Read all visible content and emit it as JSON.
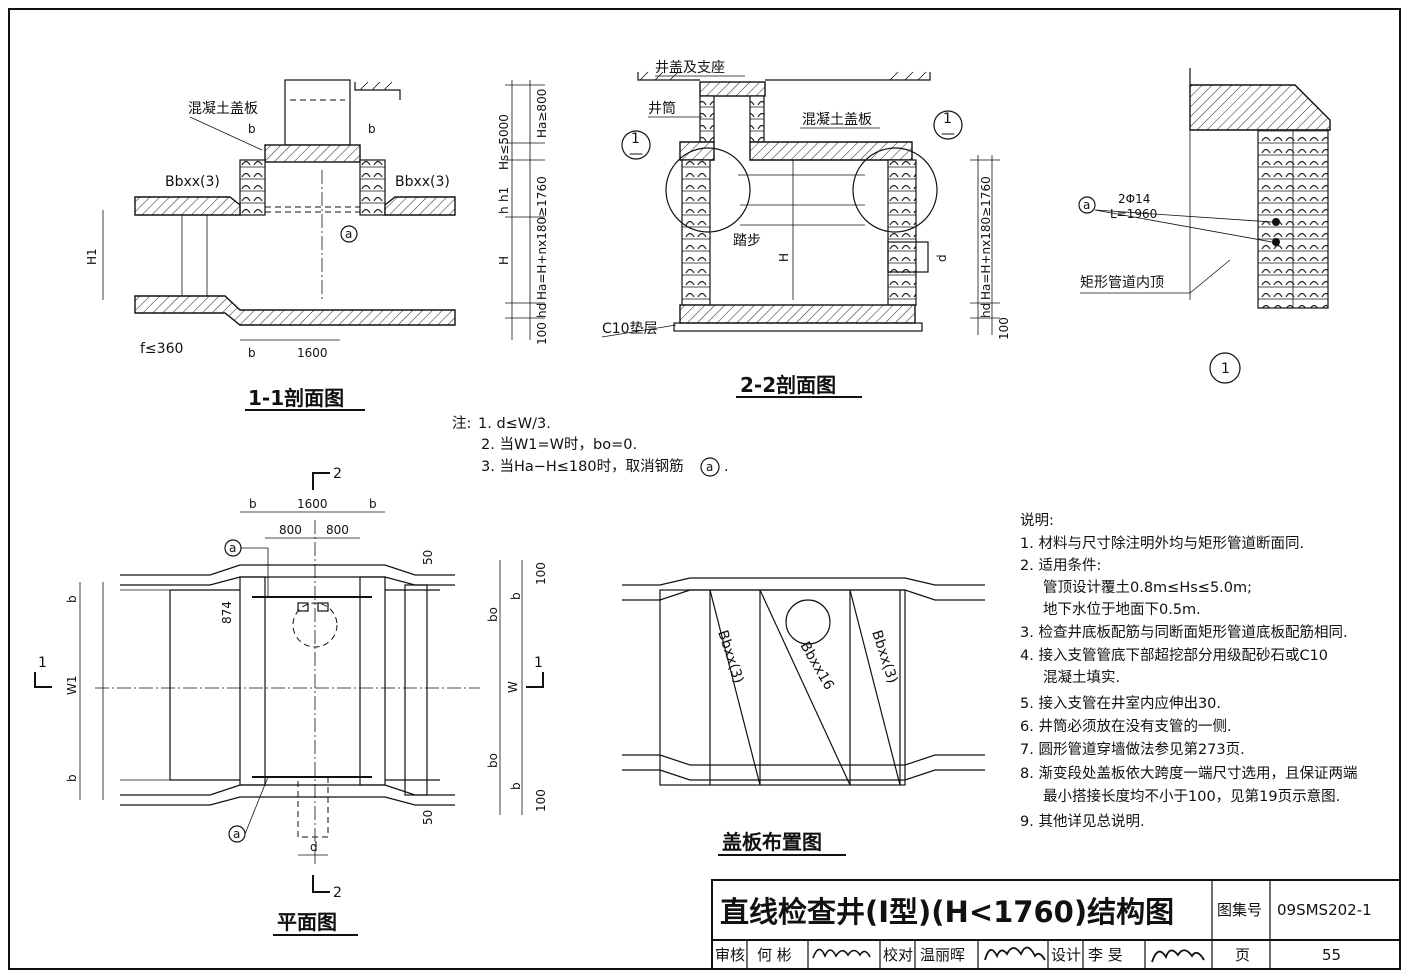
{
  "sections": {
    "s11": {
      "title": "1-1剖面图",
      "lbl_cover": "混凝土盖板",
      "lbl_b_left": "b",
      "lbl_b_right": "b",
      "lbl_bb_left": "Bbxx(3)",
      "lbl_bb_right": "Bbxx(3)",
      "lbl_a": "a",
      "lbl_h1": "H1",
      "lbl_f": "f≤360",
      "lbl_b_bottom": "b",
      "lbl_1600": "1600"
    },
    "s11_dims": {
      "hs": "Hs≤5000",
      "ha800": "Ha≥800",
      "h1": "h1",
      "ha_long": "Ha=H+nx180≥1760",
      "h": "h",
      "H": "H",
      "hd": "hd",
      "v100": "100"
    },
    "s22": {
      "title": "2-2剖面图",
      "lbl_cover_seat": "井盖及支座",
      "lbl_shaft": "井筒",
      "lbl_cover": "混凝土盖板",
      "lbl_step": "踏步",
      "lbl_bedding": "C10垫层",
      "lbl_H": "H",
      "lbl_d": "d",
      "lbl_ha_long": "Ha=H+nx180≥1760",
      "lbl_hd": "hd",
      "lbl_100": "100",
      "callout_1": "1",
      "callout_dash": "—"
    },
    "detail": {
      "lbl_rebar": "2Φ14",
      "lbl_len": "L=1960",
      "lbl_a": "a",
      "lbl_pipe_top": "矩形管道内顶",
      "lbl_num": "1"
    },
    "plan": {
      "title": "平面图",
      "dim_b_l": "b",
      "dim_1600": "1600",
      "dim_b_r": "b",
      "dim_800a": "800",
      "dim_800b": "800",
      "lbl_a_top": "a",
      "lbl_a_bot": "a",
      "dim_874": "874",
      "dim_50a": "50",
      "dim_50b": "50",
      "dim_100a": "100",
      "dim_100b": "100",
      "dim_bo_a": "bo",
      "dim_bo_b": "bo",
      "dim_b_a": "b",
      "dim_b_b": "b",
      "dim_b_c": "b",
      "dim_b_d": "b",
      "dim_w1": "W1",
      "dim_w": "W",
      "dim_d": "d",
      "sec1_l": "1",
      "sec1_r": "1",
      "sec2_t": "2",
      "sec2_b": "2"
    },
    "slab": {
      "title": "盖板布置图",
      "lbl_bb1": "Bbxx(3)",
      "lbl_bb2": "Bbxx16",
      "lbl_bb3": "Bbxx(3)"
    }
  },
  "notes": {
    "prefix": "注:",
    "items": [
      "1. d≤W/3.",
      "2. 当W1=W时，bo=0.",
      "3. 当Ha−H≤180时，取消钢筋"
    ],
    "circle_a": "a",
    "tail": "."
  },
  "desc": {
    "heading": "说明:",
    "lines": [
      "1. 材料与尺寸除注明外均与矩形管道断面同.",
      "2. 适用条件:",
      "管顶设计覆土0.8m≤Hs≤5.0m;",
      "地下水位于地面下0.5m.",
      "3. 检查井底板配筋与同断面矩形管道底板配筋相同.",
      "4. 接入支管管底下部超挖部分用级配砂石或C10",
      "混凝土填实.",
      "5. 接入支管在井室内应伸出30.",
      "6. 井筒必须放在没有支管的一侧.",
      "7. 圆形管道穿墙做法参见第273页.",
      "8. 渐变段处盖板依大跨度一端尺寸选用，且保证两端",
      "最小搭接长度均不小于100，见第19页示意图.",
      "9. 其他详见总说明."
    ]
  },
  "title_block": {
    "title": "直线检查井(I型)(H<1760)结构图",
    "atlas_label": "图集号",
    "atlas_no": "09SMS202-1",
    "review_label": "审核",
    "review_name": "何 彬",
    "check_label": "校对",
    "check_name": "温丽晖",
    "design_label": "设计",
    "design_name": "李 旻",
    "page_label": "页",
    "page_no": "55"
  }
}
